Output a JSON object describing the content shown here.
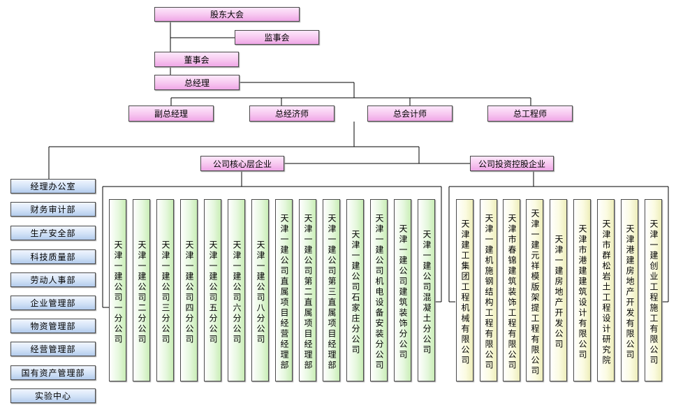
{
  "top": {
    "shareholders": "股东大会",
    "supervisors": "监事会",
    "board": "董事会",
    "gm": "总经理"
  },
  "executives": [
    "副总经理",
    "总经济师",
    "总会计师",
    "总工程师"
  ],
  "groups": {
    "core": "公司核心层企业",
    "invest": "公司投资控股企业"
  },
  "departments": [
    "经理办公室",
    "财务审计部",
    "生产安全部",
    "科技质量部",
    "劳动人事部",
    "企业管理部",
    "物资管理部",
    "经营管理部",
    "国有资产管理部",
    "实验中心"
  ],
  "core_companies": [
    "天津一建公司一分公司",
    "天津一建公司二分公司",
    "天津一建公司三分公司",
    "天津一建公司四分公司",
    "天津一建公司五分公司",
    "天津一建公司六分公司",
    "天津一建公司八分公司",
    "天津一建公司直属项目经营经理部",
    "天津一建公司第二直属项目经理部",
    "天津一建公司第三直属项目经理部",
    "天津一建公司石家庄分公司",
    "天津一建公司机电设备安装分公司",
    "天津一建公司建筑装饰分公司",
    "天津一建公司混凝土分公司"
  ],
  "invest_companies": [
    "天津建工集团工程机械有限公司",
    "天津一建机施钢结构工程有限公司",
    "天津市春锦建筑装饰工程有限公司",
    "天津一建元祥模版架提工程有限公司",
    "天津一建房地产开发公司",
    "天津市港建建筑设计有限公司",
    "天津市群松岩土工程设计研究院",
    "天津港建房地产开发有限公司",
    "天津一建创业工程施工有限公司"
  ],
  "colors": {
    "pink": "#f7c7f0",
    "blue": "#cfe0f6",
    "green": "#e6f8de",
    "yellow": "#fbfbe2",
    "line": "#000000"
  }
}
